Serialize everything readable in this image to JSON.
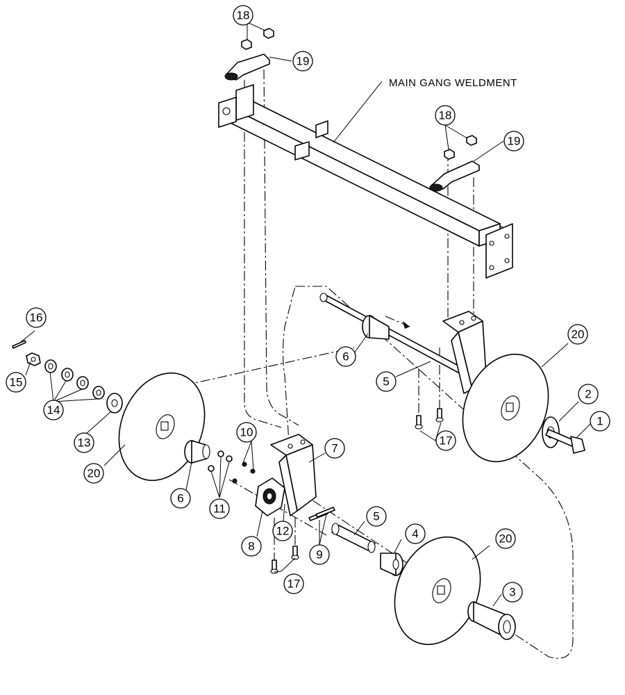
{
  "title_label": "MAIN GANG WELDMENT",
  "callouts": [
    {
      "id": "c18a",
      "label": "18"
    },
    {
      "id": "c19a",
      "label": "19"
    },
    {
      "id": "c18b",
      "label": "18"
    },
    {
      "id": "c19b",
      "label": "19"
    },
    {
      "id": "c20a",
      "label": "20"
    },
    {
      "id": "c6a",
      "label": "6"
    },
    {
      "id": "c5a",
      "label": "5"
    },
    {
      "id": "c17a",
      "label": "17"
    },
    {
      "id": "c2",
      "label": "2"
    },
    {
      "id": "c1",
      "label": "1"
    },
    {
      "id": "c16",
      "label": "16"
    },
    {
      "id": "c15",
      "label": "15"
    },
    {
      "id": "c14",
      "label": "14"
    },
    {
      "id": "c13",
      "label": "13"
    },
    {
      "id": "c20b",
      "label": "20"
    },
    {
      "id": "c6b",
      "label": "6"
    },
    {
      "id": "c10",
      "label": "10"
    },
    {
      "id": "c11",
      "label": "11"
    },
    {
      "id": "c7",
      "label": "7"
    },
    {
      "id": "c8",
      "label": "8"
    },
    {
      "id": "c12",
      "label": "12"
    },
    {
      "id": "c9",
      "label": "9"
    },
    {
      "id": "c5b",
      "label": "5"
    },
    {
      "id": "c4",
      "label": "4"
    },
    {
      "id": "c20c",
      "label": "20"
    },
    {
      "id": "c17b",
      "label": "17"
    },
    {
      "id": "c3",
      "label": "3"
    }
  ]
}
